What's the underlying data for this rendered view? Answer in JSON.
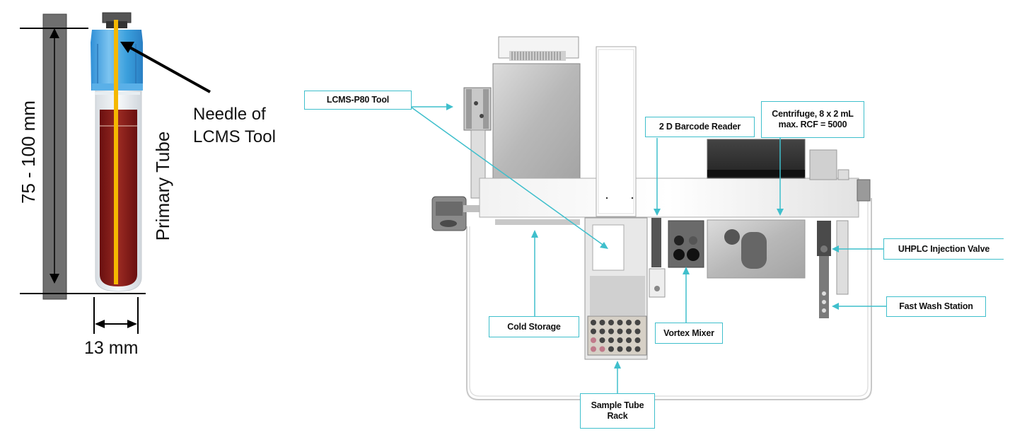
{
  "tube_diagram": {
    "height_dimension_label": "75 - 100 mm",
    "width_dimension_label": "13 mm",
    "tube_label": "Primary Tube",
    "needle_label_line1": "Needle of",
    "needle_label_line2": "LCMS Tool",
    "colors": {
      "cap": "#3a9fdc",
      "needle": "#f5b800",
      "blood": "#8b1c1c",
      "ruler": "#6f6f6f"
    }
  },
  "instrument_diagram": {
    "callout_color": "#3fbfcc",
    "callouts": [
      {
        "id": "lcms-p80-tool",
        "label": "LCMS-P80 Tool"
      },
      {
        "id": "barcode-reader",
        "label": "2 D Barcode Reader"
      },
      {
        "id": "centrifuge",
        "label_line1": "Centrifuge, 8 x 2 mL",
        "label_line2": "max. RCF = 5000"
      },
      {
        "id": "uhplc-valve",
        "label": "UHPLC Injection Valve"
      },
      {
        "id": "fast-wash",
        "label": "Fast Wash Station"
      },
      {
        "id": "cold-storage",
        "label": "Cold Storage"
      },
      {
        "id": "vortex-mixer",
        "label": "Vortex Mixer"
      },
      {
        "id": "sample-rack",
        "label_line1": "Sample Tube",
        "label_line2": "Rack"
      }
    ]
  }
}
